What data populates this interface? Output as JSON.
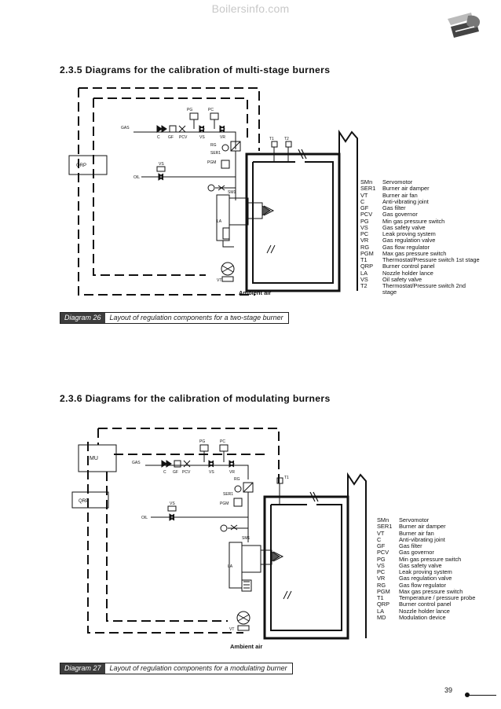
{
  "watermark": "Boilersinfo.com",
  "sections": [
    {
      "title": "2.3.5 Diagrams for the calibration of multi-stage burners",
      "diagram": {
        "ambient_label": "Ambient air",
        "labels": {
          "gas": "GAS",
          "oil": "OIL",
          "qrp": "QRP",
          "pg": "PG",
          "pc": "PC",
          "c": "C",
          "gf": "GF",
          "pcv": "PCV",
          "vs": "VS",
          "vr": "VR",
          "rg": "RG",
          "ser1": "SER1",
          "pgm": "PGM",
          "vs_oil": "VS",
          "la": "LA",
          "sm1": "SM1",
          "t1": "T1",
          "t2": "T2",
          "vt": "VT"
        }
      },
      "legend": [
        {
          "code": "SMn",
          "desc": "Servomotor"
        },
        {
          "code": "SER1",
          "desc": "Burner air damper"
        },
        {
          "code": "VT",
          "desc": "Burner air fan"
        },
        {
          "code": "C",
          "desc": "Anti-vibrating joint"
        },
        {
          "code": "GF",
          "desc": "Gas filter"
        },
        {
          "code": "PCV",
          "desc": "Gas governor"
        },
        {
          "code": "PG",
          "desc": "Min gas pressure switch"
        },
        {
          "code": "VS",
          "desc": "Gas safety valve"
        },
        {
          "code": "PC",
          "desc": "Leak proving system"
        },
        {
          "code": "VR",
          "desc": "Gas regulation valve"
        },
        {
          "code": "RG",
          "desc": "Gas flow regulator"
        },
        {
          "code": "PGM",
          "desc": "Max gas pressure switch"
        },
        {
          "code": "T1",
          "desc": "Thermostat/Pressure switch 1st stage"
        },
        {
          "code": "QRP",
          "desc": "Burner control panel"
        },
        {
          "code": "LA",
          "desc": "Nozzle holder lance"
        },
        {
          "code": "VS",
          "desc": "Oil safety valve"
        },
        {
          "code": "T2",
          "desc": "Thermostat/Pressure switch 2nd stage"
        }
      ],
      "caption": {
        "number": "Diagram 26",
        "text": "Layout of regulation components for a two-stage burner"
      }
    },
    {
      "title": "2.3.6 Diagrams for the calibration of modulating burners",
      "diagram": {
        "ambient_label": "Ambient air",
        "labels": {
          "gas": "GAS",
          "oil": "OIL",
          "qrp": "QRP",
          "mu": "MU",
          "pg": "PG",
          "pc": "PC",
          "c": "C",
          "gf": "GF",
          "pcv": "PCV",
          "vs": "VS",
          "vr": "VR",
          "rg": "RG",
          "ser1": "SER1",
          "pgm": "PGM",
          "vs_oil": "VS",
          "la": "LA",
          "sm1": "SM1",
          "t1": "T1",
          "vt": "VT"
        }
      },
      "legend": [
        {
          "code": "SMn",
          "desc": "Servomotor"
        },
        {
          "code": "SER1",
          "desc": "Burner air damper"
        },
        {
          "code": "VT",
          "desc": "Burner air fan"
        },
        {
          "code": "C",
          "desc": "Anti-vibrating joint"
        },
        {
          "code": "GF",
          "desc": "Gas filter"
        },
        {
          "code": "PCV",
          "desc": "Gas governor"
        },
        {
          "code": "PG",
          "desc": "Min gas pressure switch"
        },
        {
          "code": "VS",
          "desc": "Gas safety valve"
        },
        {
          "code": "PC",
          "desc": "Leak proving system"
        },
        {
          "code": "VR",
          "desc": "Gas regulation valve"
        },
        {
          "code": "RG",
          "desc": "Gas flow regulator"
        },
        {
          "code": "PGM",
          "desc": "Max gas pressure switch"
        },
        {
          "code": "T1",
          "desc": "Temperature / pressure probe"
        },
        {
          "code": "QRP",
          "desc": "Burner control panel"
        },
        {
          "code": "LA",
          "desc": "Nozzle holder lance"
        },
        {
          "code": "MD",
          "desc": "Modulation device"
        }
      ],
      "caption": {
        "number": "Diagram 27",
        "text": "Layout of regulation components for a modulating burner"
      }
    }
  ],
  "page_number": "39",
  "logo_icon": "riello-logo-icon"
}
